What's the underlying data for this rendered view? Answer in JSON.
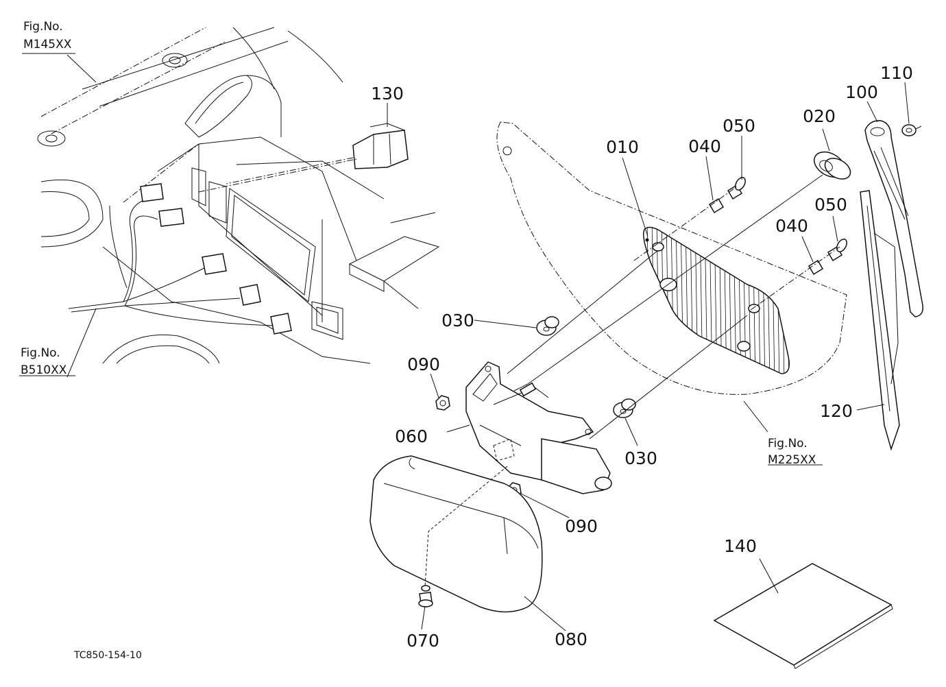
{
  "drawing_code": "TC850-154-10",
  "parts": [
    {
      "id": "p010",
      "number": "010"
    },
    {
      "id": "p020",
      "number": "020"
    },
    {
      "id": "p030a",
      "number": "030"
    },
    {
      "id": "p030b",
      "number": "030"
    },
    {
      "id": "p040a",
      "number": "040"
    },
    {
      "id": "p040b",
      "number": "040"
    },
    {
      "id": "p050a",
      "number": "050"
    },
    {
      "id": "p050b",
      "number": "050"
    },
    {
      "id": "p060",
      "number": "060"
    },
    {
      "id": "p070",
      "number": "070"
    },
    {
      "id": "p080",
      "number": "080"
    },
    {
      "id": "p090a",
      "number": "090"
    },
    {
      "id": "p090b",
      "number": "090"
    },
    {
      "id": "p100",
      "number": "100"
    },
    {
      "id": "p110",
      "number": "110"
    },
    {
      "id": "p120",
      "number": "120"
    },
    {
      "id": "p130",
      "number": "130"
    },
    {
      "id": "p140",
      "number": "140"
    }
  ],
  "figure_refs": [
    {
      "id": "ref_m145",
      "caption": "Fig.No.",
      "code": "M145XX"
    },
    {
      "id": "ref_b510",
      "caption": "Fig.No.",
      "code": "B510XX"
    },
    {
      "id": "ref_m225",
      "caption": "Fig.No.",
      "code": "M225XX"
    }
  ]
}
